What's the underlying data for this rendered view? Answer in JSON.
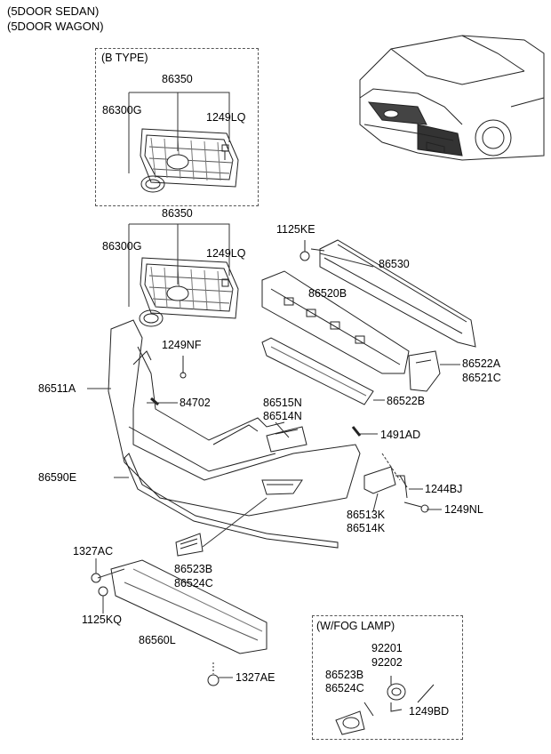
{
  "header": {
    "line1": "(5DOOR SEDAN)",
    "line2": "(5DOOR WAGON)"
  },
  "b_type_box": {
    "title": "(B TYPE)",
    "labels": [
      "86350",
      "86300G",
      "1249LQ"
    ]
  },
  "fog_lamp_box": {
    "title": "(W/FOG LAMP)",
    "labels": [
      "92201",
      "92202",
      "86523B",
      "86524C",
      "1249BD"
    ]
  },
  "part_labels": {
    "p86350": "86350",
    "p86300G": "86300G",
    "p1249LQ": "1249LQ",
    "p1125KE": "1125KE",
    "p86530": "86530",
    "p86520B": "86520B",
    "p1249NF": "1249NF",
    "p86522A": "86522A",
    "p86521C": "86521C",
    "p86511A": "86511A",
    "p84702": "84702",
    "p86522B": "86522B",
    "p86515N": "86515N",
    "p86514N": "86514N",
    "p1491AD": "1491AD",
    "p86590E": "86590E",
    "p1244BJ": "1244BJ",
    "p1249NL": "1249NL",
    "p86513K": "86513K",
    "p86514K": "86514K",
    "p1327AC": "1327AC",
    "p86523B": "86523B",
    "p86524C": "86524C",
    "p1125KQ": "1125KQ",
    "p86560L": "86560L",
    "p1327AE": "1327AE"
  }
}
